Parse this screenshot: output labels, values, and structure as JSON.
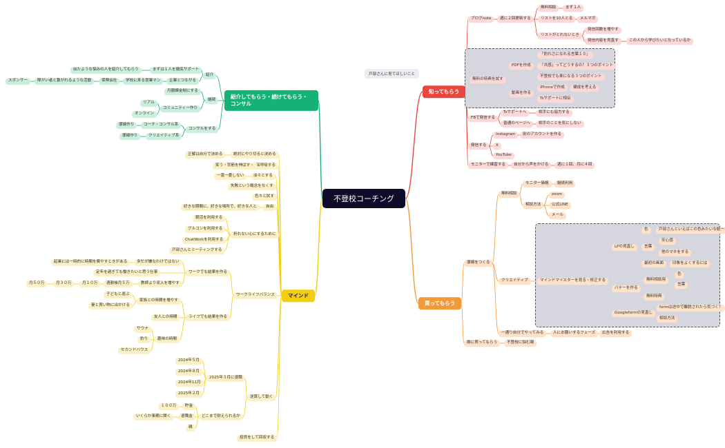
{
  "colors": {
    "red": "#e8473d",
    "orange": "#f29a3a",
    "yellow": "#f4cd10",
    "green": "#14b277",
    "root": "#0f0c29"
  },
  "root": "不登校コーチング",
  "note": "戸部さんに見てほしいこと",
  "nodes": [
    {
      "id": "k",
      "t": "知ってもらう",
      "c": "red",
      "main": true
    },
    {
      "id": "k1",
      "t": "ブログnote",
      "c": "red"
    },
    {
      "id": "k1a",
      "t": "週に２回更新する",
      "c": "red"
    },
    {
      "id": "k1a1",
      "t": "無料相談",
      "c": "red"
    },
    {
      "id": "k1a1a",
      "t": "まず１人",
      "c": "red"
    },
    {
      "id": "k1a2",
      "t": "リストを10人とる",
      "c": "red"
    },
    {
      "id": "k1a2a",
      "t": "メルマガ",
      "c": "red"
    },
    {
      "id": "k1a3",
      "t": "リストがとれないとき",
      "c": "red"
    },
    {
      "id": "k1a3a",
      "t": "発信回数を増やす",
      "c": "red"
    },
    {
      "id": "k1a3b",
      "t": "発信内容を見直す",
      "c": "red"
    },
    {
      "id": "k1a3b1",
      "t": "この人から学びたいとなっているか",
      "c": "red"
    },
    {
      "id": "k2",
      "t": "無料の特典を試す",
      "c": "red"
    },
    {
      "id": "k2a",
      "t": "PDFを作成",
      "c": "red"
    },
    {
      "id": "k2a1",
      "t": "「釣れさになれる言葉１０」",
      "c": "red"
    },
    {
      "id": "k2a2",
      "t": "「共感」ってどうするの？３つのポイント",
      "c": "red"
    },
    {
      "id": "k2a3",
      "t": "不登校でも楽になる３つのポイント",
      "c": "red"
    },
    {
      "id": "k2b",
      "t": "動画を作る",
      "c": "red"
    },
    {
      "id": "k2b1",
      "t": "iPhoneで作成",
      "c": "red"
    },
    {
      "id": "k2b1a",
      "t": "構成を考える",
      "c": "red"
    },
    {
      "id": "k2b2",
      "t": "Tsサポートに相伝",
      "c": "red"
    },
    {
      "id": "k3",
      "t": "FBで発信する",
      "c": "red"
    },
    {
      "id": "k3a",
      "t": "Tsサポートへ",
      "c": "red"
    },
    {
      "id": "k3a1",
      "t": "相手にも協力する",
      "c": "red"
    },
    {
      "id": "k3b",
      "t": "普通のページへ",
      "c": "red"
    },
    {
      "id": "k3b1",
      "t": "相手のことを気にしない",
      "c": "red"
    },
    {
      "id": "k4",
      "t": "発信する",
      "c": "red"
    },
    {
      "id": "k4a",
      "t": "Instagram",
      "c": "red"
    },
    {
      "id": "k4a1",
      "t": "別のアカウントを作る",
      "c": "red"
    },
    {
      "id": "k4b",
      "t": "X",
      "c": "red"
    },
    {
      "id": "k4c",
      "t": "YouTube",
      "c": "red"
    },
    {
      "id": "k5",
      "t": "モニターで練習する",
      "c": "red"
    },
    {
      "id": "k5a",
      "t": "自分から声をかける",
      "c": "red"
    },
    {
      "id": "k5a1",
      "t": "週に１回、月に４回",
      "c": "red"
    },
    {
      "id": "b",
      "t": "買ってもらう",
      "c": "org",
      "main": true
    },
    {
      "id": "b1",
      "t": "導線をつくる",
      "c": "org"
    },
    {
      "id": "b1a",
      "t": "無料相談",
      "c": "org"
    },
    {
      "id": "b1a1",
      "t": "モニター価格",
      "c": "org"
    },
    {
      "id": "b1a1a",
      "t": "継続利用",
      "c": "org"
    },
    {
      "id": "b1a2",
      "t": "相談方法",
      "c": "org"
    },
    {
      "id": "b1a2a",
      "t": "zoom",
      "c": "org"
    },
    {
      "id": "b1a2b",
      "t": "公式LINE",
      "c": "org"
    },
    {
      "id": "b1a2c",
      "t": "メール",
      "c": "org"
    },
    {
      "id": "b1b",
      "t": "クリエイティブ",
      "c": "org"
    },
    {
      "id": "b1b1",
      "t": "マインドマイスターを見る・修正する",
      "c": "org"
    },
    {
      "id": "b1b1a",
      "t": "LPの見直し",
      "c": "org"
    },
    {
      "id": "b1b1a1",
      "t": "色",
      "c": "org"
    },
    {
      "id": "b1b1a1a",
      "t": "戸部さんといえばこの色みたいな統一",
      "c": "org"
    },
    {
      "id": "b1b1a2",
      "t": "言葉",
      "c": "org"
    },
    {
      "id": "b1b1a2a",
      "t": "安心感",
      "c": "org"
    },
    {
      "id": "b1b1a2b",
      "t": "他のマネをする",
      "c": "org"
    },
    {
      "id": "b1b1a3",
      "t": "最初の画面",
      "c": "org"
    },
    {
      "id": "b1b1a3a",
      "t": "印象をよくするには",
      "c": "org"
    },
    {
      "id": "b1b1b",
      "t": "バナーを作る",
      "c": "org"
    },
    {
      "id": "b1b1b1",
      "t": "無料相談用",
      "c": "org"
    },
    {
      "id": "b1b1b1a",
      "t": "色",
      "c": "org"
    },
    {
      "id": "b1b1b1b",
      "t": "言葉",
      "c": "org"
    },
    {
      "id": "b1b1b2",
      "t": "無料特典",
      "c": "org"
    },
    {
      "id": "b1b1c",
      "t": "Googleformの見直し",
      "c": "org"
    },
    {
      "id": "b1b1c1",
      "t": "formは途中で離脱されたら気づく？",
      "c": "org"
    },
    {
      "id": "b1b1c2",
      "t": "相談方法",
      "c": "org"
    },
    {
      "id": "b1c",
      "t": "一通り自分でやってみる",
      "c": "org"
    },
    {
      "id": "b1c1",
      "t": "人にお願いするフェーズ",
      "c": "org"
    },
    {
      "id": "b1c1a",
      "t": "広告を利用する",
      "c": "org"
    },
    {
      "id": "b2",
      "t": "誰に買ってもらう",
      "c": "org"
    },
    {
      "id": "b2a",
      "t": "不登校に悩む親",
      "c": "org"
    },
    {
      "id": "m",
      "t": "マインド",
      "c": "yel",
      "main": true
    },
    {
      "id": "m1",
      "t": "絶対にやり切ると決める",
      "c": "yel"
    },
    {
      "id": "m1a",
      "t": "正解は自分で決める",
      "c": "yel"
    },
    {
      "id": "m2",
      "t": "深呼吸する",
      "c": "yel"
    },
    {
      "id": "m2a",
      "t": "笑う・背筋を伸ばす・",
      "c": "yel"
    },
    {
      "id": "m3",
      "t": "淡々とする",
      "c": "yel"
    },
    {
      "id": "m3a",
      "t": "一喜一憂しない",
      "c": "yel"
    },
    {
      "id": "m4",
      "t": "失敗という概念をなくす",
      "c": "yel"
    },
    {
      "id": "m5",
      "t": "色々と試す",
      "c": "yel"
    },
    {
      "id": "m6",
      "t": "自由",
      "c": "yel"
    },
    {
      "id": "m6a",
      "t": "好きな期間に、好きな場所で、好きな人と",
      "c": "yel"
    },
    {
      "id": "m7",
      "t": "折れない心にするために",
      "c": "yel"
    },
    {
      "id": "m7a",
      "t": "朝活を利用する",
      "c": "yel"
    },
    {
      "id": "m7b",
      "t": "グルコンを利用する",
      "c": "yel"
    },
    {
      "id": "m7c",
      "t": "ChatWorkを利用する",
      "c": "yel"
    },
    {
      "id": "m7d",
      "t": "戸部さんとミーティングする",
      "c": "yel"
    },
    {
      "id": "m8",
      "t": "ワークライフバランス",
      "c": "yel"
    },
    {
      "id": "m8a",
      "t": "ワークでも結果を作る",
      "c": "yel"
    },
    {
      "id": "m8a1",
      "t": "多忙が嫌なわけではない",
      "c": "yel"
    },
    {
      "id": "m8a1a",
      "t": "起業には一時的に時間を費やすときがある",
      "c": "yel"
    },
    {
      "id": "m8a2",
      "t": "定年を過ぎても働きたいと思う仕事",
      "c": "yel"
    },
    {
      "id": "m8a3",
      "t": "教師より収入を増やす",
      "c": "yel"
    },
    {
      "id": "m8a3a",
      "t": "週勤後月５万",
      "c": "yel"
    },
    {
      "id": "m8a3b",
      "t": "月１０万",
      "c": "yel"
    },
    {
      "id": "m8a3c",
      "t": "月３０万",
      "c": "yel"
    },
    {
      "id": "m8a3d",
      "t": "月５０万",
      "c": "yel"
    },
    {
      "id": "m8b",
      "t": "ライフでも結果を作る",
      "c": "yel"
    },
    {
      "id": "m8b1",
      "t": "家族との時間を増やす",
      "c": "yel"
    },
    {
      "id": "m8b1a",
      "t": "子どもと遊ぶ",
      "c": "yel"
    },
    {
      "id": "m8b1b",
      "t": "妻と買い物に出かける",
      "c": "yel"
    },
    {
      "id": "m8b2",
      "t": "友人との時間",
      "c": "yel"
    },
    {
      "id": "m8b3",
      "t": "趣味の時間",
      "c": "yel"
    },
    {
      "id": "m8b3a",
      "t": "サウナ",
      "c": "yel"
    },
    {
      "id": "m8b3b",
      "t": "釣り",
      "c": "yel"
    },
    {
      "id": "m8b3c",
      "t": "セカンドハウス",
      "c": "yel"
    },
    {
      "id": "m9",
      "t": "逆算して動く",
      "c": "yel"
    },
    {
      "id": "m9a",
      "t": "2025年３月に退職",
      "c": "yel"
    },
    {
      "id": "m9a1",
      "t": "2024年５月",
      "c": "yel"
    },
    {
      "id": "m9a2",
      "t": "2024年８月",
      "c": "yel"
    },
    {
      "id": "m9a3",
      "t": "2024年11月",
      "c": "yel"
    },
    {
      "id": "m9a4",
      "t": "2025年２月",
      "c": "yel"
    },
    {
      "id": "m9b",
      "t": "どこまで耐えられるか",
      "c": "yel"
    },
    {
      "id": "m9b1",
      "t": "貯金",
      "c": "yel"
    },
    {
      "id": "m9b1a",
      "t": "１００万",
      "c": "yel"
    },
    {
      "id": "m9b2",
      "t": "退職金",
      "c": "yel"
    },
    {
      "id": "m9b2a",
      "t": "いくらか事務に聞く",
      "c": "yel"
    },
    {
      "id": "m9b3",
      "t": "親",
      "c": "yel"
    },
    {
      "id": "m10",
      "t": "投資をして回収する",
      "c": "yel"
    },
    {
      "id": "s",
      "t": "紹介してもらう・続けてもらう・コンサル",
      "c": "grn",
      "main": true
    },
    {
      "id": "s1",
      "t": "紹介",
      "c": "grn"
    },
    {
      "id": "s1a",
      "t": "まずは１人を徹底サポート",
      "c": "grn"
    },
    {
      "id": "s1a1",
      "t": "似たような悩みの人を紹介してもらう",
      "c": "grn"
    },
    {
      "id": "s1b",
      "t": "企業とつながる",
      "c": "grn"
    },
    {
      "id": "s1b1",
      "t": "学校に来る営業マン",
      "c": "grn"
    },
    {
      "id": "s1b1a",
      "t": "保険会社",
      "c": "grn"
    },
    {
      "id": "s1b1a1",
      "t": "障がい者と繋がれるような活動",
      "c": "grn"
    },
    {
      "id": "s1b1a1a",
      "t": "スポンサー",
      "c": "grn"
    },
    {
      "id": "s2",
      "t": "継続",
      "c": "grn"
    },
    {
      "id": "s2a",
      "t": "月額課金制にする",
      "c": "grn"
    },
    {
      "id": "s2b",
      "t": "コミュニティー作り",
      "c": "grn"
    },
    {
      "id": "s2b1",
      "t": "リアル",
      "c": "grn"
    },
    {
      "id": "s2b2",
      "t": "オンライン",
      "c": "grn"
    },
    {
      "id": "s3",
      "t": "コンサルをする",
      "c": "grn"
    },
    {
      "id": "s3a",
      "t": "コーチ・コンサル系",
      "c": "grn"
    },
    {
      "id": "s3a1",
      "t": "導線作り",
      "c": "grn"
    },
    {
      "id": "s3b",
      "t": "クリエイティブ系",
      "c": "grn"
    },
    {
      "id": "s3b1",
      "t": "導線作り",
      "c": "grn"
    }
  ]
}
